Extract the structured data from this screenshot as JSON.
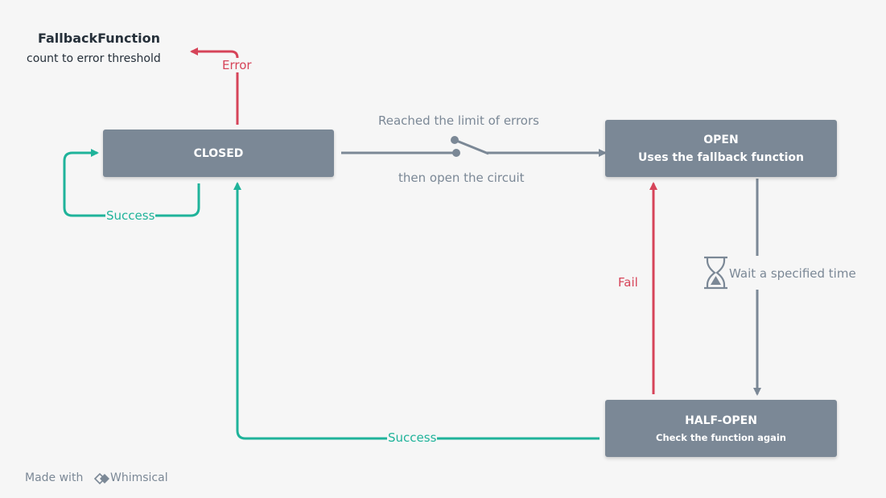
{
  "note": {
    "title": "FallbackFunction",
    "subtitle": "count to error threshold"
  },
  "states": {
    "closed": {
      "label": "CLOSED"
    },
    "open": {
      "label": "OPEN",
      "sublabel": "Uses the fallback function"
    },
    "half_open": {
      "label": "HALF-OPEN",
      "sublabel": "Check the function again"
    }
  },
  "edges": {
    "error": "Error",
    "self_success": "Success",
    "limit_top": "Reached the limit of errors",
    "limit_bottom": "then open the circuit",
    "wait": "Wait a specified time",
    "fail": "Fail",
    "half_success": "Success"
  },
  "footer": {
    "made_with": "Made with",
    "brand": "Whimsical"
  },
  "colors": {
    "node": "#7b8896",
    "error": "#d64459",
    "success": "#1fb39a",
    "neutral": "#7b8896",
    "background": "#f6f6f6"
  },
  "icons": [
    "hourglass-icon",
    "switch-icon",
    "whimsical-logo-icon"
  ]
}
